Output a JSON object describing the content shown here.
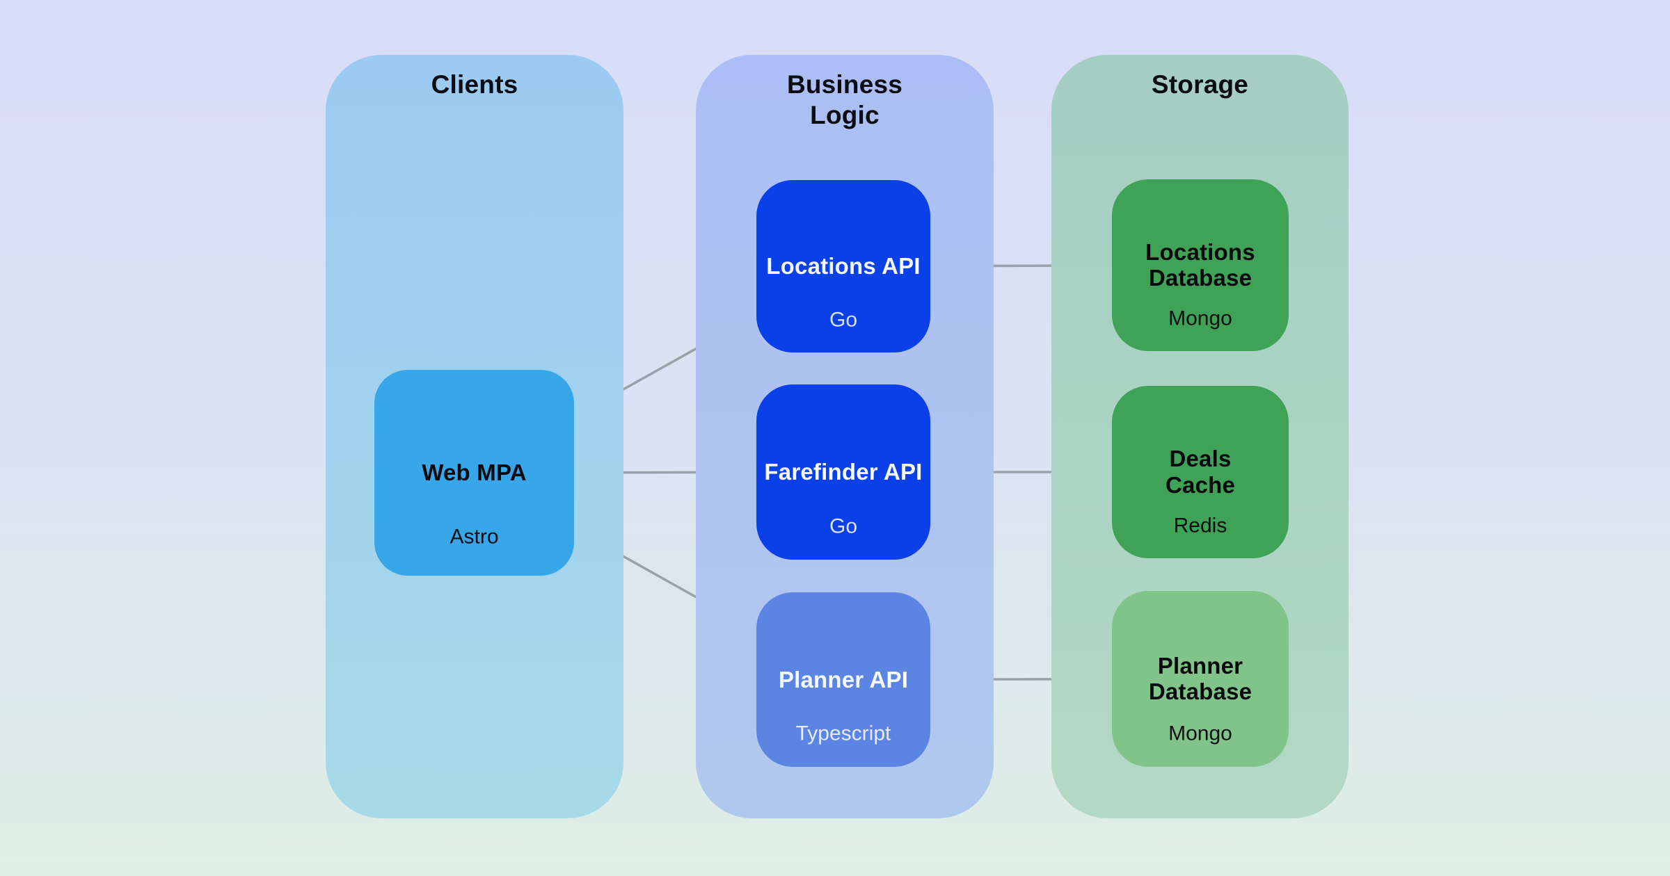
{
  "diagram": {
    "connector_color": "#9BA1A8",
    "connector_width": 3.5,
    "connections": [
      {
        "from": "web_mpa",
        "to": "locations_api"
      },
      {
        "from": "web_mpa",
        "to": "farefinder_api"
      },
      {
        "from": "web_mpa",
        "to": "planner_api"
      },
      {
        "from": "locations_api",
        "to": "farefinder_api"
      },
      {
        "from": "farefinder_api",
        "to": "planner_api"
      },
      {
        "from": "locations_api",
        "to": "locations_db"
      },
      {
        "from": "farefinder_api",
        "to": "deals_cache"
      },
      {
        "from": "planner_api",
        "to": "planner_db"
      }
    ]
  },
  "groups": {
    "clients": {
      "title": "Clients",
      "color_top": "#9CCAF3",
      "color_bottom": "#A7DAE8"
    },
    "business_logic": {
      "title": "Business\nLogic",
      "color_top": "#ACBEF5",
      "color_bottom": "#B1C8EE"
    },
    "storage": {
      "title": "Storage",
      "color_top": "#A5CEC3",
      "color_bottom": "#B2D9C5"
    }
  },
  "nodes": {
    "web_mpa": {
      "title": "Web MPA",
      "subtitle": "Astro",
      "color": "#38A7E9",
      "text": "dark"
    },
    "locations_api": {
      "title": "Locations API",
      "subtitle": "Go",
      "color": "#0A40E8",
      "text": "light"
    },
    "farefinder_api": {
      "title": "Farefinder API",
      "subtitle": "Go",
      "color": "#0A40E8",
      "text": "light"
    },
    "planner_api": {
      "title": "Planner API",
      "subtitle": "Typescript",
      "color": "#5C85E3",
      "text": "light"
    },
    "locations_db": {
      "title": "Locations\nDatabase",
      "subtitle": "Mongo",
      "color": "#3FA257",
      "text": "dark"
    },
    "deals_cache": {
      "title": "Deals\nCache",
      "subtitle": "Redis",
      "color": "#3FA257",
      "text": "dark"
    },
    "planner_db": {
      "title": "Planner\nDatabase",
      "subtitle": "Mongo",
      "color": "#81C489",
      "text": "dark"
    }
  }
}
